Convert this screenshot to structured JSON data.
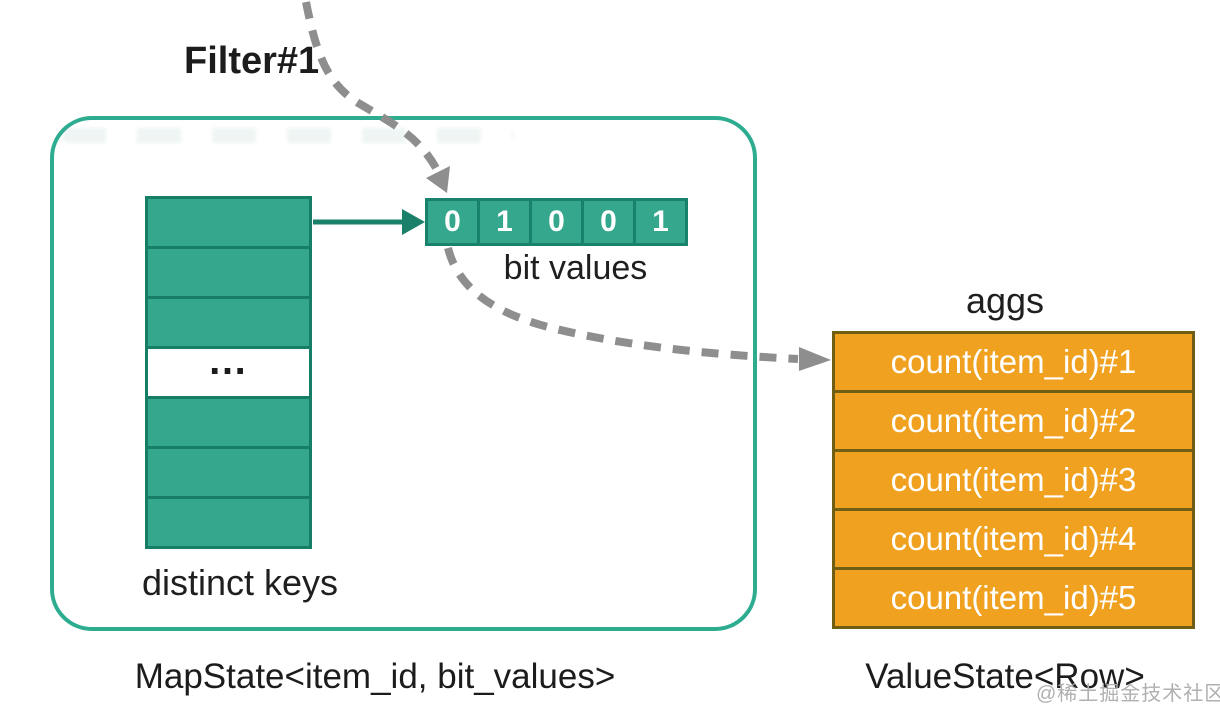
{
  "filter_tag": {
    "text": "Filter#1"
  },
  "map_state": {
    "caption": "MapState<item_id, bit_values>",
    "distinct_keys": {
      "label": "distinct keys",
      "rows": [
        "",
        "",
        "",
        "…",
        "",
        "",
        ""
      ]
    },
    "bit_array": {
      "label": "bit values",
      "bits": [
        "0",
        "1",
        "0",
        "0",
        "1"
      ]
    }
  },
  "value_state": {
    "caption": "ValueState<Row>",
    "aggs": {
      "label": "aggs",
      "rows": [
        "count(item_id)#1",
        "count(item_id)#2",
        "count(item_id)#3",
        "count(item_id)#4",
        "count(item_id)#5"
      ]
    }
  },
  "watermark": {
    "text": "@稀土掘金技术社区"
  },
  "icons": {
    "filter_to_bits_arrow": "dashed-curved-arrow",
    "bits_to_aggs_arrow": "dashed-curved-arrow",
    "key_to_bits_arrow": "solid-straight-arrow"
  },
  "colors": {
    "teal_fill": "#35A78C",
    "teal_cell_border": "#177E66",
    "box_border": "#2EAC90",
    "connector_teal": "#1B8069",
    "orange_fill": "#F0A120",
    "orange_border": "#6F5E14",
    "arrow_gray": "#8E8E8E",
    "text_black": "#1C1C1C",
    "watermark_gray": "#B0B0B0"
  }
}
